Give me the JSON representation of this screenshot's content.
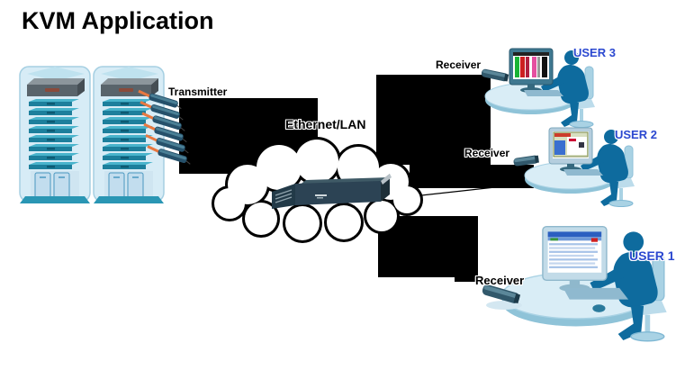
{
  "title": "KVM Application",
  "diagram": {
    "transmitter_label": "Transmitter",
    "network_label": "Ethernet/LAN",
    "receivers": [
      {
        "for_user": "USER 3",
        "label": "Receiver"
      },
      {
        "for_user": "USER 2",
        "label": "Receiver"
      },
      {
        "for_user": "USER 1",
        "label": "Receiver"
      }
    ],
    "users": [
      {
        "label": "USER 3"
      },
      {
        "label": "USER 2"
      },
      {
        "label": "USER 1"
      }
    ]
  },
  "icons": {
    "servers": "server-rack-icon",
    "transmitter": "transmitter-stick-icon",
    "network": "ethernet-cloud-icon",
    "switch": "network-switch-icon",
    "receiver": "receiver-stick-icon",
    "user": "person-at-desk-icon"
  },
  "colors": {
    "background": "#ffffff",
    "label_text": "#000000",
    "user_label_blue": "#2b48d0",
    "cable_orange": "#e87840",
    "rack_shelf_teal": "#1d7f9c",
    "rack_body_blue": "#d7ecf6",
    "person_blue": "#0e6b9e",
    "desk_blue": "#d9edf6",
    "redaction_black": "#000000"
  }
}
